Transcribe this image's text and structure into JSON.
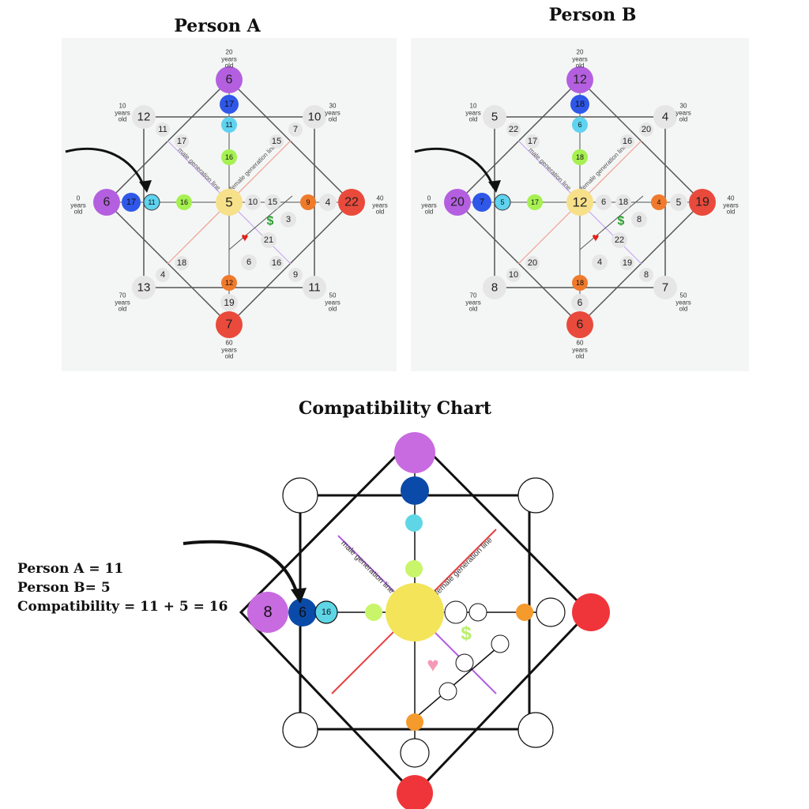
{
  "titles": {
    "person_a": "Person A",
    "person_b": "Person B",
    "compatibility": "Compatibility Chart"
  },
  "line_labels": {
    "male": "male generation line",
    "female": "female generation line"
  },
  "age_labels": [
    {
      "years": "0",
      "word1": "years",
      "word2": "old"
    },
    {
      "years": "10",
      "word1": "years",
      "word2": "old"
    },
    {
      "years": "20",
      "word1": "years",
      "word2": "old"
    },
    {
      "years": "30",
      "word1": "years",
      "word2": "old"
    },
    {
      "years": "40",
      "word1": "years",
      "word2": "old"
    },
    {
      "years": "50",
      "word1": "years",
      "word2": "old"
    },
    {
      "years": "60",
      "word1": "years",
      "word2": "old"
    },
    {
      "years": "70",
      "word1": "years",
      "word2": "old"
    }
  ],
  "person_a": {
    "left_outer": "6",
    "left_mid": "17",
    "left_inner": "11",
    "left_green": "16",
    "top_outer": "6",
    "top_mid": "17",
    "top_inner": "11",
    "top_green": "16",
    "right_outer": "22",
    "right_inner": "9",
    "right_mid": "4",
    "bottom_outer": "7",
    "bottom_inner": "12",
    "bottom_mid": "19",
    "center": "5",
    "corner_tl": "12",
    "corner_tl_inner": "11",
    "corner_tl_b": "17",
    "corner_tr": "10",
    "corner_tr_inner": "7",
    "corner_tr_b": "15",
    "corner_bl": "13",
    "corner_bl_inner": "4",
    "corner_bl_b": "18",
    "corner_br": "11",
    "corner_br_inner": "9",
    "corner_br_b": "16",
    "c1": "10",
    "c2": "15",
    "c3": "3",
    "c4": "21",
    "c5": "6"
  },
  "person_b": {
    "left_outer": "20",
    "left_mid": "7",
    "left_inner": "5",
    "left_green": "17",
    "top_outer": "12",
    "top_mid": "18",
    "top_inner": "6",
    "top_green": "18",
    "right_outer": "19",
    "right_inner": "4",
    "right_mid": "5",
    "bottom_outer": "6",
    "bottom_inner": "18",
    "bottom_mid": "6",
    "center": "12",
    "corner_tl": "5",
    "corner_tl_inner": "22",
    "corner_tl_b": "17",
    "corner_tr": "4",
    "corner_tr_inner": "20",
    "corner_tr_b": "16",
    "corner_bl": "8",
    "corner_bl_inner": "10",
    "corner_bl_b": "20",
    "corner_br": "7",
    "corner_br_inner": "8",
    "corner_br_b": "19",
    "c1": "6",
    "c2": "18",
    "c3": "8",
    "c4": "22",
    "c5": "4"
  },
  "compatibility": {
    "left_outer": "8",
    "left_mid": "6",
    "left_inner": "16"
  },
  "legend": {
    "line1": "Person A = 11",
    "line2": "Person B= 5",
    "line3": "Compatibility = 11 + 5 = 16"
  },
  "symbols": {
    "dollar": "$",
    "heart": "♥"
  },
  "colors": {
    "purple": "#b45fe0",
    "blue": "#2f57e8",
    "cyan": "#5fd3f0",
    "green": "#a6f051",
    "yellow": "#f7e08a",
    "orange": "#f07a2c",
    "red": "#e94a3b",
    "grey": "#e6e6e6",
    "compat_purple": "#c86be0",
    "compat_blue": "#0a4aa8",
    "compat_cyan": "#5fd6e6",
    "compat_green": "#c8f56a",
    "compat_yellow": "#f3e45a",
    "compat_orange": "#f59a2c",
    "compat_red": "#f0353a"
  }
}
